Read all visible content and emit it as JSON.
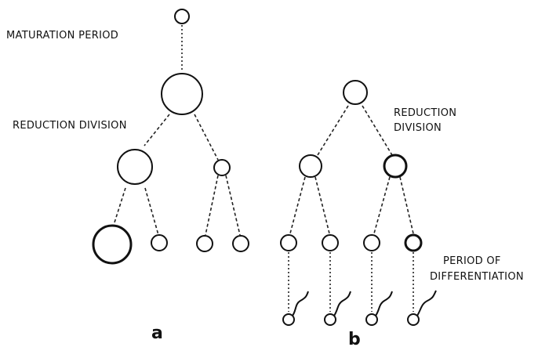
{
  "labels": {
    "maturation": "MATURATION PERIOD",
    "reduction_a": "REDUCTION DIVISION",
    "reduction_b_line1": "REDUCTION",
    "reduction_b_line2": "DIVISION",
    "differentiation_line1": "PERIOD OF",
    "differentiation_line2": "DIFFERENTIATION",
    "panel_a": "a",
    "panel_b": "b"
  }
}
